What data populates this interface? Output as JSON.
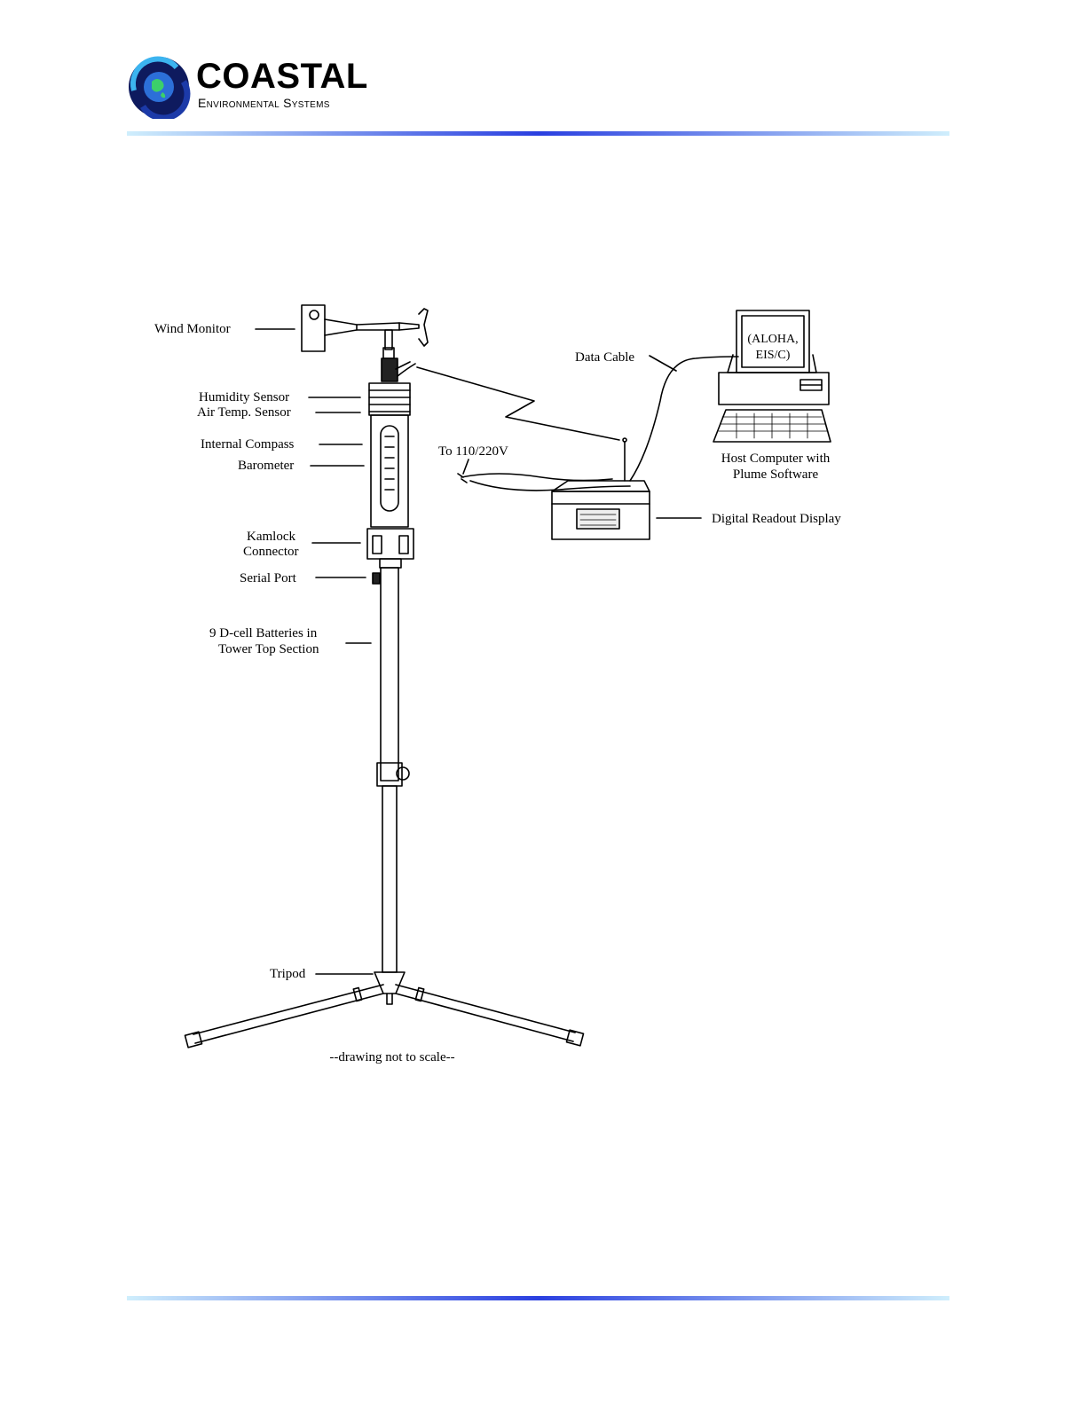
{
  "header": {
    "company_name": "COASTAL",
    "company_subtitle": "Environmental Systems"
  },
  "colors": {
    "rule_light": "#cfeefc",
    "rule_dark": "#2a3fe0",
    "logo_blue": "#1c3aa8",
    "logo_cyan": "#3cb4f0"
  },
  "diagram": {
    "labels": {
      "wind_monitor": "Wind Monitor",
      "humidity_sensor": "Humidity Sensor",
      "air_temp_sensor": "Air Temp. Sensor",
      "internal_compass": "Internal Compass",
      "barometer": "Barometer",
      "kamlock_line1": "Kamlock",
      "kamlock_line2": "Connector",
      "serial_port": "Serial Port",
      "batteries_line1": "9 D-cell Batteries in",
      "batteries_line2": "Tower Top Section",
      "tripod": "Tripod",
      "data_cable": "Data Cable",
      "power": "To 110/220V",
      "host_line1": "Host Computer with",
      "host_line2": "Plume Software",
      "readout": "Digital Readout Display",
      "screen_line1": "(ALOHA,",
      "screen_line2": "EIS/C)",
      "footnote": "--drawing not to scale--"
    },
    "icons": {
      "logo": "globe-logo-icon",
      "computer": "computer-icon",
      "readout_box": "readout-box-icon"
    }
  }
}
